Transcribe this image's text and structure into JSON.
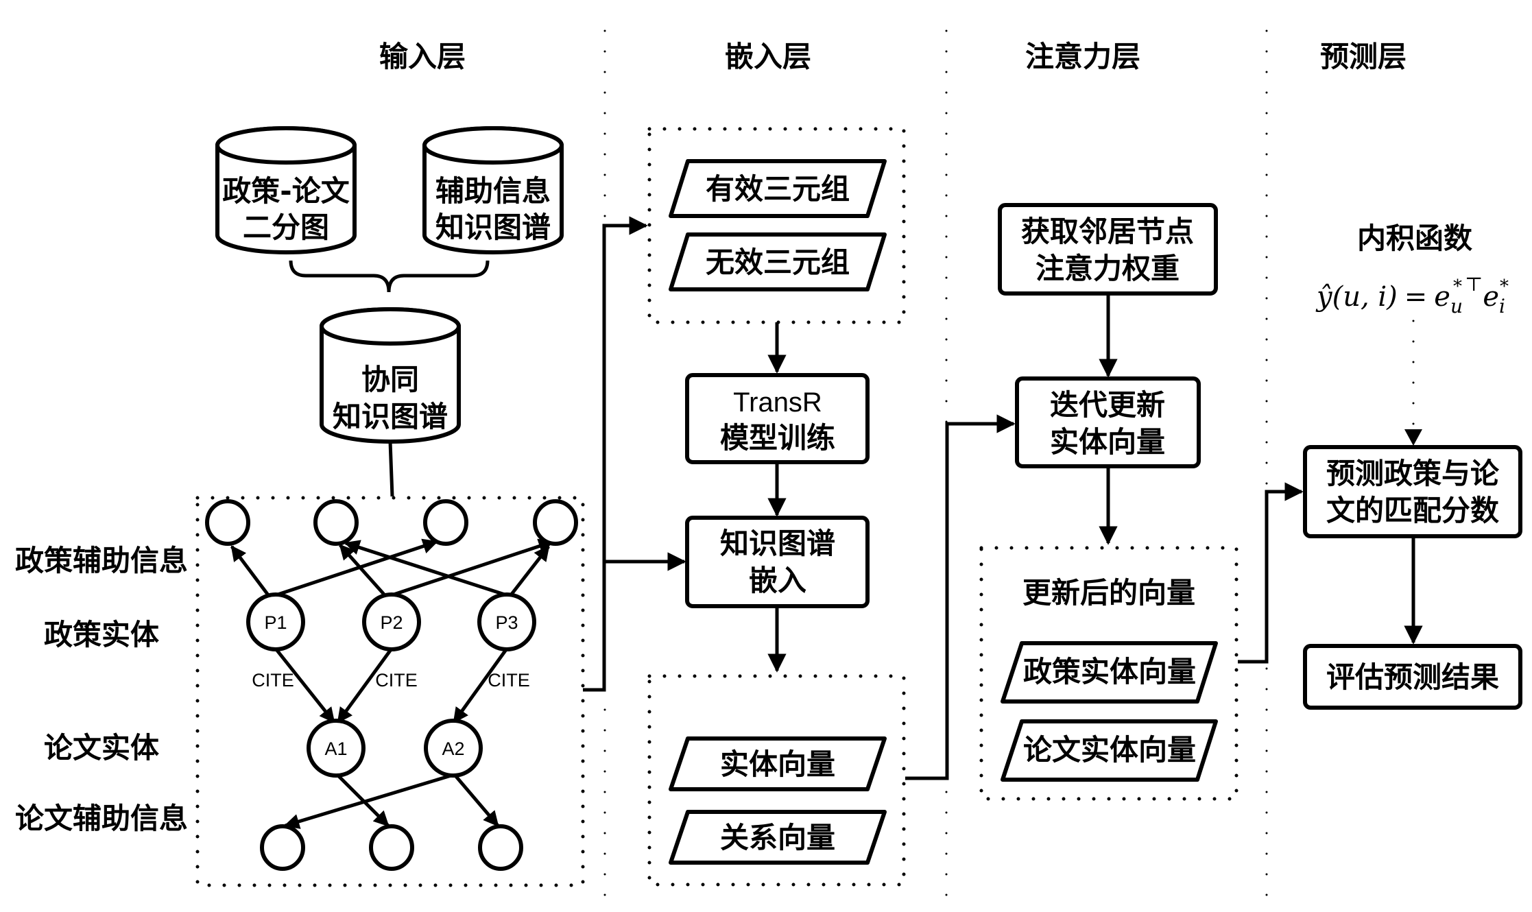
{
  "columns": {
    "input": "输入层",
    "embedding": "嵌入层",
    "attention": "注意力层",
    "prediction": "预测层"
  },
  "input_layer": {
    "cylinders": {
      "bipartite": [
        "政策-论文",
        "二分图"
      ],
      "aux_kg": [
        "辅助信息",
        "知识图谱"
      ],
      "collab_kg": [
        "协同",
        "知识图谱"
      ]
    },
    "row_labels": [
      "政策辅助信息",
      "政策实体",
      "论文实体",
      "论文辅助信息"
    ],
    "policy_nodes": [
      "P1",
      "P2",
      "P3"
    ],
    "paper_nodes": [
      "A1",
      "A2"
    ],
    "edge_label": "CITE"
  },
  "embedding_layer": {
    "triples": [
      "有效三元组",
      "无效三元组"
    ],
    "transr_box": [
      "TransR",
      "模型训练"
    ],
    "kg_embed_box": [
      "知识图谱",
      "嵌入"
    ],
    "vectors": [
      "实体向量",
      "关系向量"
    ]
  },
  "attention_layer": {
    "weight_box": [
      "获取邻居节点",
      "注意力权重"
    ],
    "update_box": [
      "迭代更新",
      "实体向量"
    ],
    "updated_title": "更新后的向量",
    "updated_vectors": [
      "政策实体向量",
      "论文实体向量"
    ]
  },
  "prediction_layer": {
    "inner_product_title": "内积函数",
    "formula": {
      "lhs": "ŷ(u, i)",
      "eq": "=",
      "rhs_e1": "e",
      "rhs_sub1": "u",
      "rhs_sup1": "*",
      "transpose": "⊤",
      "rhs_e2": "e",
      "rhs_sub2": "i",
      "rhs_sup2": "*"
    },
    "predict_box": [
      "预测政策与论",
      "文的匹配分数"
    ],
    "evaluate_box": "评估预测结果"
  }
}
